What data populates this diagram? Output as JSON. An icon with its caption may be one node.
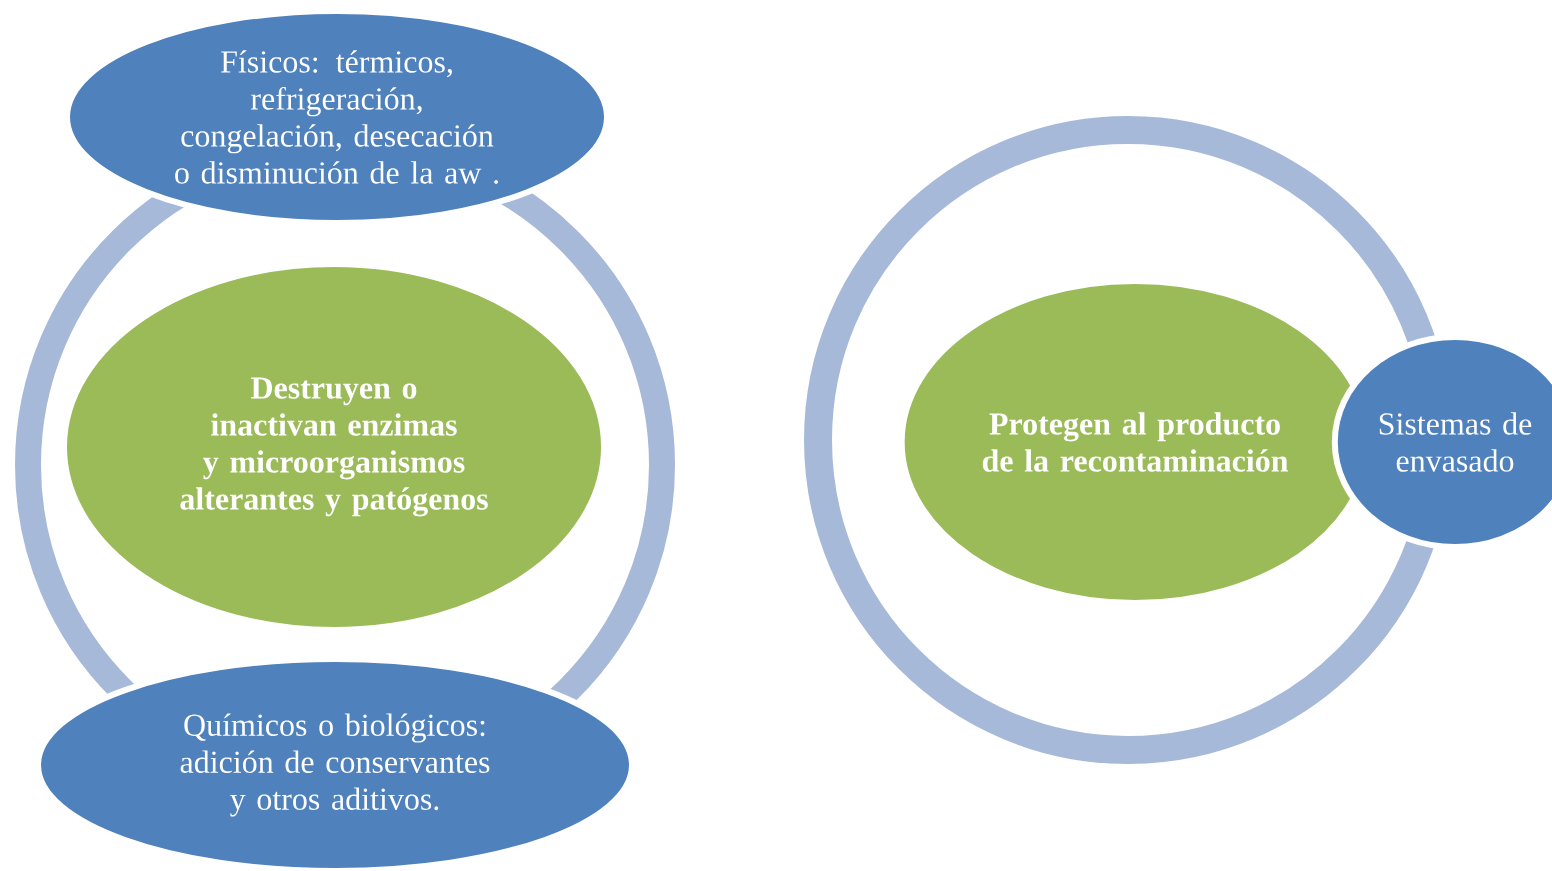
{
  "diagram": {
    "nodes": [
      {
        "text": [
          "Físicos: térmicos, refrigeración, congelación, desecación o disminución de la aw ."
        ]
      },
      {
        "text": [
          "Destruyen o inactivan enzimas y microorganismos alterantes y patógenos"
        ]
      },
      {
        "text": [
          "Químicos o biológicos: adición de conservantes y otros aditivos."
        ]
      },
      {
        "text": [
          "Protegen al producto de la recontaminación"
        ]
      },
      {
        "text": [
          "Sistemas de envasado"
        ]
      }
    ]
  }
}
